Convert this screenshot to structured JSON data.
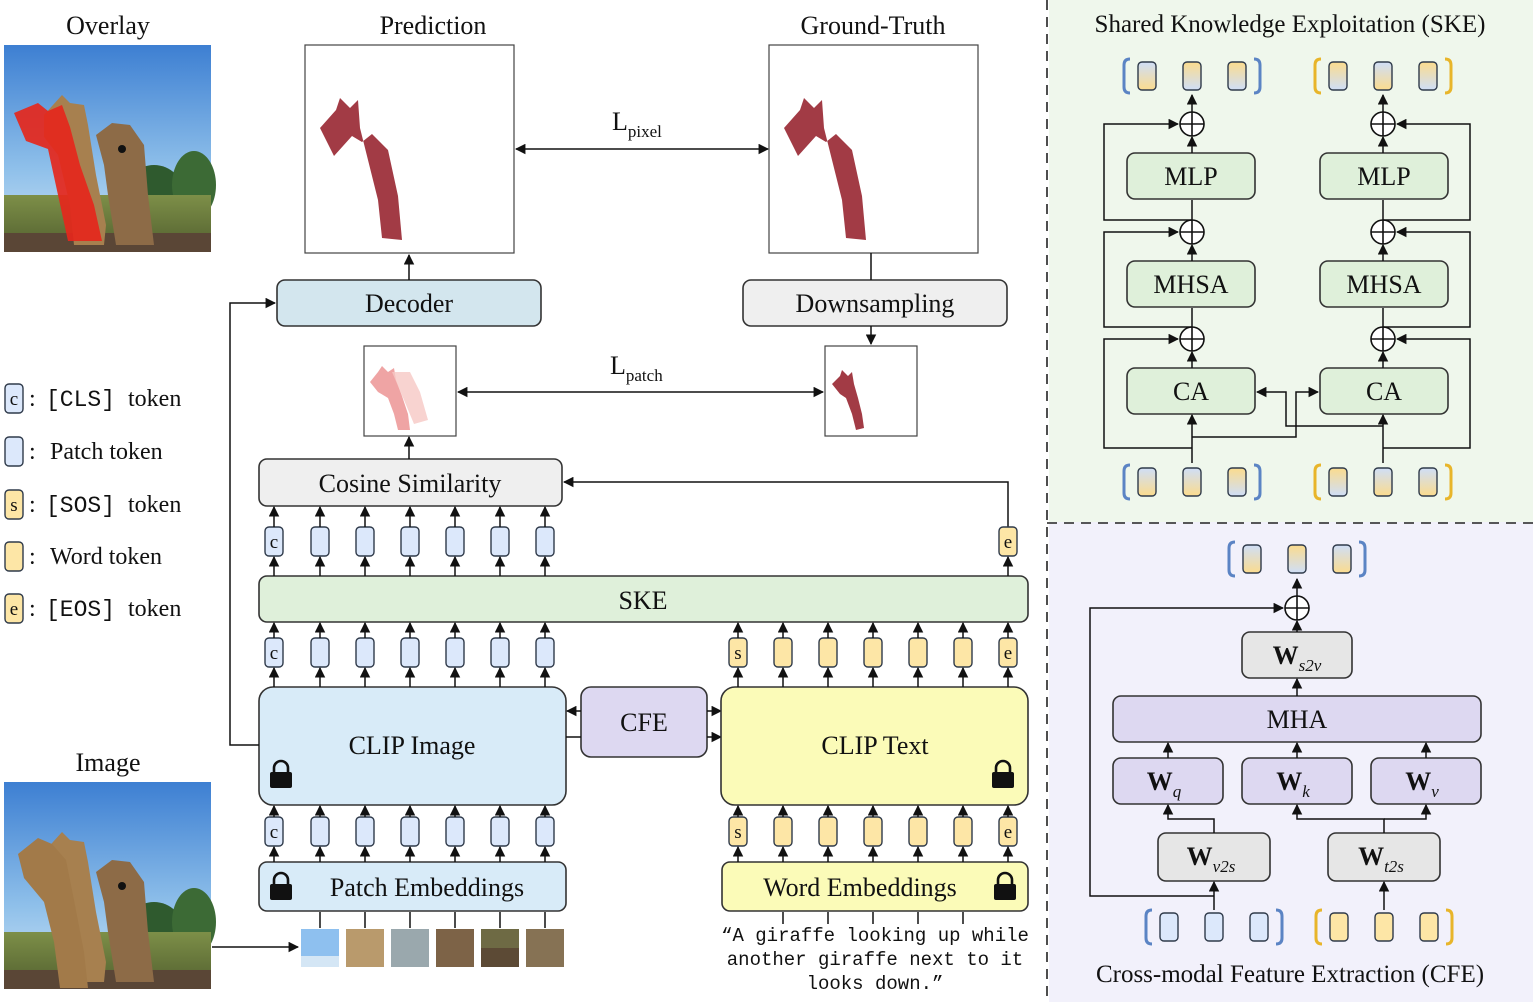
{
  "left_panel": {
    "overlay_title": "Overlay",
    "image_title": "Image",
    "prediction_title": "Prediction",
    "ground_truth_title": "Ground-Truth",
    "loss_pixel": {
      "main": "L",
      "sub": "pixel"
    },
    "loss_patch": {
      "main": "L",
      "sub": "patch"
    },
    "decoder_label": "Decoder",
    "downsampling_label": "Downsampling",
    "cosine_label": "Cosine Similarity",
    "ske_label": "SKE",
    "cfe_label": "CFE",
    "clip_image_label": "CLIP Image",
    "clip_text_label": "CLIP Text",
    "patch_embeddings_label": "Patch Embeddings",
    "word_embeddings_label": "Word Embeddings",
    "caption_lines": [
      "“A giraffe looking up while",
      "another giraffe next to it",
      "looks down.”"
    ],
    "token_letters": {
      "cls": "c",
      "sos": "s",
      "eos": "e"
    }
  },
  "legend": [
    {
      "letter": "c",
      "code": "[CLS]",
      "text": " token"
    },
    {
      "letter": "",
      "code": "",
      "text": "Patch token"
    },
    {
      "letter": "s",
      "code": "[SOS]",
      "text": " token"
    },
    {
      "letter": "",
      "code": "",
      "text": "Word token"
    },
    {
      "letter": "e",
      "code": "[EOS]",
      "text": " token"
    }
  ],
  "ske_panel": {
    "title": "Shared Knowledge Exploitation (SKE)",
    "mlp_label": "MLP",
    "mhsa_label": "MHSA",
    "ca_label": "CA"
  },
  "cfe_panel": {
    "title": "Cross-modal Feature Extraction (CFE)",
    "mha_label": "MHA",
    "w_s2v": {
      "main": "W",
      "sub": "s2v"
    },
    "w_q": {
      "main": "W",
      "sub": "q"
    },
    "w_k": {
      "main": "W",
      "sub": "k"
    },
    "w_v": {
      "main": "W",
      "sub": "v"
    },
    "w_v2s": {
      "main": "W",
      "sub": "v2s"
    },
    "w_t2s": {
      "main": "W",
      "sub": "t2s"
    }
  },
  "colors": {
    "patch_token": "#dce8fb",
    "word_token": "#fde6a6",
    "decoder": "#d3e6ee",
    "ske_bar": "#dff0da",
    "clip_image": "#d8ebf8",
    "clip_text": "#fbfbb8",
    "cfe": "#ddd8f1",
    "mask": "#a23b45",
    "ske_panel_bg": "#eff7ec",
    "cfe_panel_bg": "#f2f1fb",
    "bracket_blue": "#5b84c4",
    "bracket_gold": "#e8b52a"
  }
}
